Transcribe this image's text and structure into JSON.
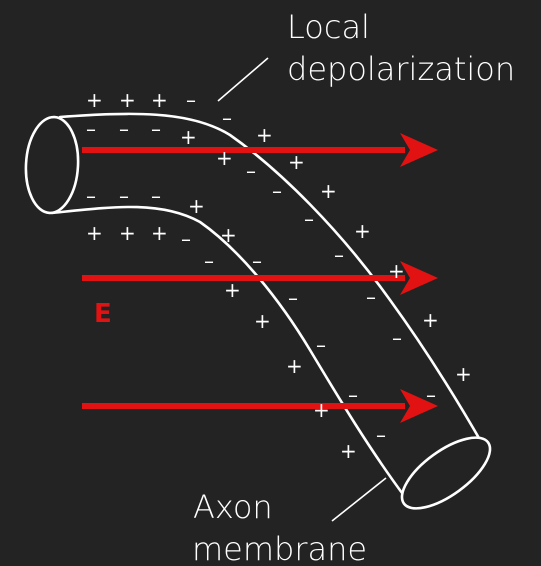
{
  "labels": {
    "local_depolarization_line1": "Local",
    "local_depolarization_line2": "depolarization",
    "axon_membrane_line1": "Axon",
    "axon_membrane_line2": "membrane",
    "field": "E"
  },
  "charges": {
    "plus": "+",
    "minus": "–"
  },
  "colors": {
    "background": "#232323",
    "membrane": "#ffffff",
    "field_arrow": "#e21212",
    "field_label": "#e21212",
    "text": "#ffffff"
  }
}
